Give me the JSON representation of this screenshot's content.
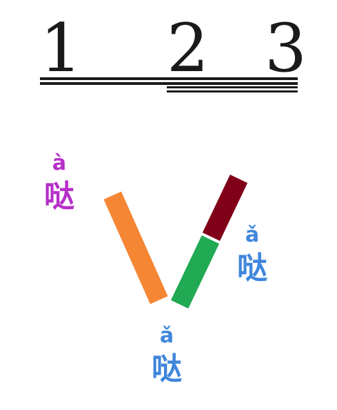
{
  "beats": [
    {
      "label": "1"
    },
    {
      "label": "2"
    },
    {
      "label": "3"
    }
  ],
  "syllables": {
    "left": {
      "pinyin": "à",
      "hanzi": "哒",
      "color": "#b52fc8"
    },
    "bottom": {
      "pinyin": "ǎ",
      "hanzi": "哒",
      "color": "#3f86dc"
    },
    "right": {
      "pinyin": "ǎ",
      "hanzi": "哒",
      "color": "#3f86dc"
    }
  },
  "strokes": {
    "falling_color": "#f58634",
    "rising_lower_color": "#21a953",
    "rising_upper_color": "#800019"
  },
  "lines_color": "#1a1a1a"
}
